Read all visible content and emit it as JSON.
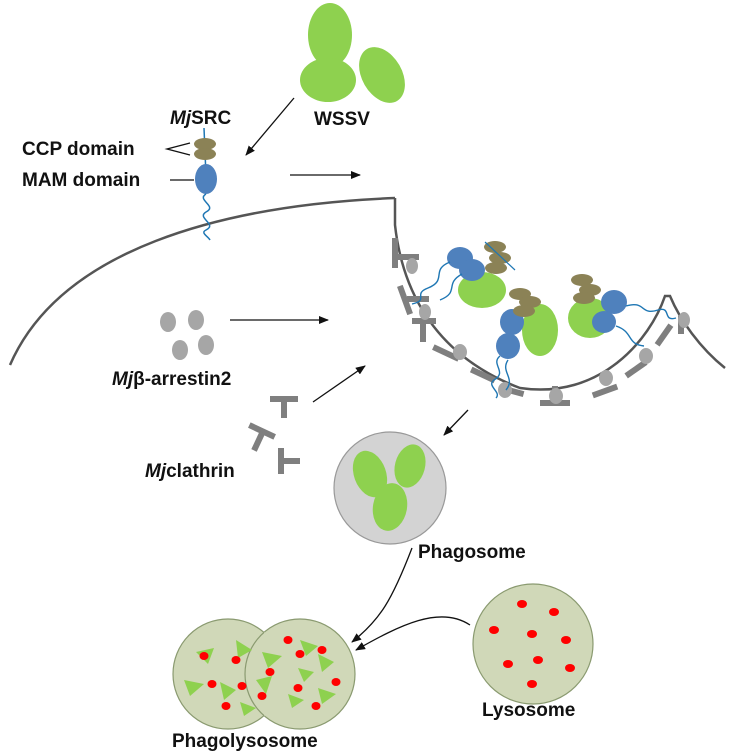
{
  "labels": {
    "wssv": "WSSV",
    "mjsrc_prefix": "Mj",
    "mjsrc_suffix": "SRC",
    "ccp_domain": "CCP domain",
    "mam_domain": "MAM domain",
    "arrestin_prefix": "Mj",
    "arrestin_suffix": "β-arrestin2",
    "clathrin_prefix": "Mj",
    "clathrin_suffix": "clathrin",
    "phagosome": "Phagosome",
    "lysosome": "Lysosome",
    "phagolysosome": "Phagolysosome"
  },
  "colors": {
    "virus_green": "#8ED14F",
    "mam_blue": "#4F81BD",
    "ccp_olive": "#8B8256",
    "clathrin_gray": "#7F7F7F",
    "arrestin_gray": "#A6A6A6",
    "vesicle_fill": "#D0D8B8",
    "phagosome_fill": "#D3D3D3",
    "lysosome_red": "#FF0000",
    "stalk_blue": "#1F77B4",
    "membrane": "#555555"
  }
}
